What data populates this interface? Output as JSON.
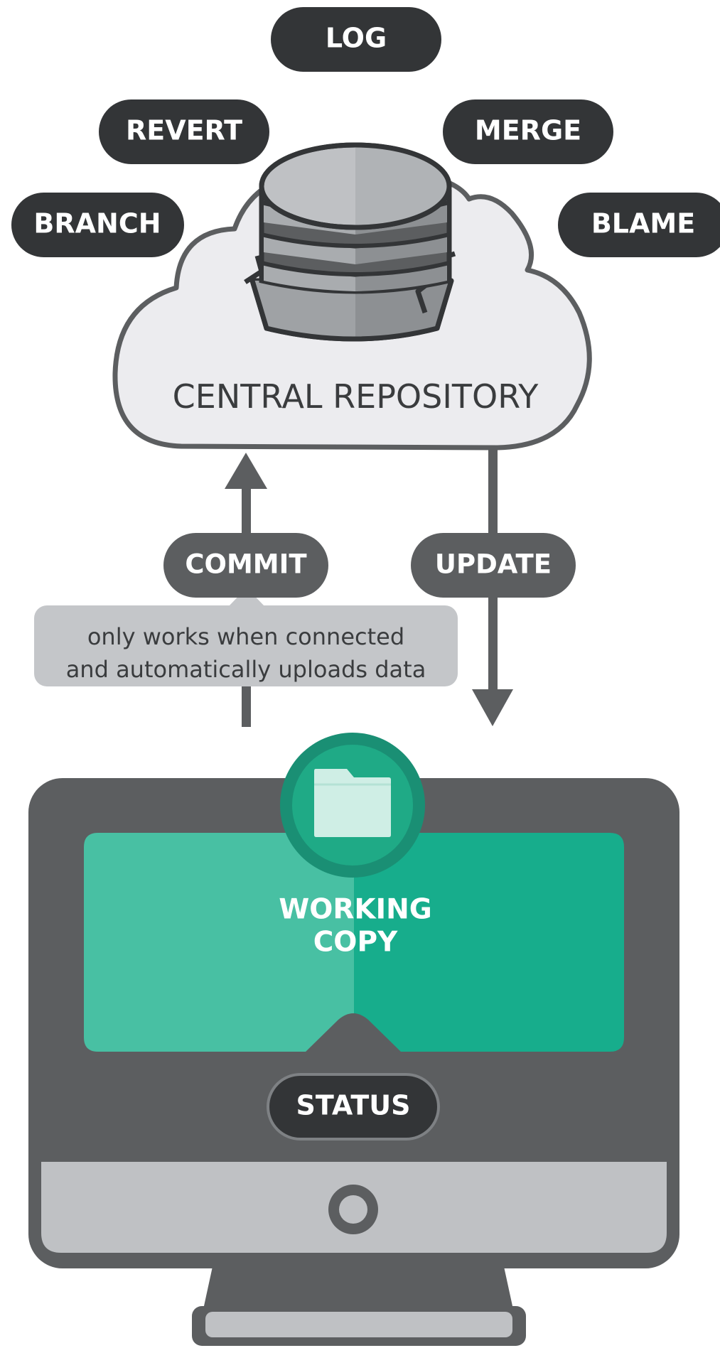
{
  "operations": {
    "log": "LOG",
    "revert": "REVERT",
    "merge": "MERGE",
    "branch": "BRANCH",
    "blame": "BLAME"
  },
  "repository": {
    "label": "CENTRAL REPOSITORY"
  },
  "actions": {
    "commit": "COMMIT",
    "update": "UPDATE"
  },
  "note": {
    "line1": "only works when connected",
    "line2": "and automatically uploads data"
  },
  "working_copy": {
    "line1": "WORKING",
    "line2": "COPY"
  },
  "status": {
    "label": "STATUS"
  },
  "icons": {
    "database": "database-icon",
    "folder": "folder-icon",
    "monitor": "monitor-icon"
  },
  "colors": {
    "pill_dark": "#333537",
    "pill_medium": "#5c5e60",
    "cloud_fill": "#ececef",
    "cloud_stroke": "#5c5e60",
    "arrow": "#5c5e60",
    "note_fill": "#c4c6c9",
    "monitor_frame": "#5c5e60",
    "monitor_chin": "#bfc1c4",
    "screen_left": "#48c0a3",
    "screen_right": "#17ad8c",
    "badge_outer": "#1a8f74",
    "badge_inner": "#1faa86",
    "folder": "#cfeee5"
  }
}
